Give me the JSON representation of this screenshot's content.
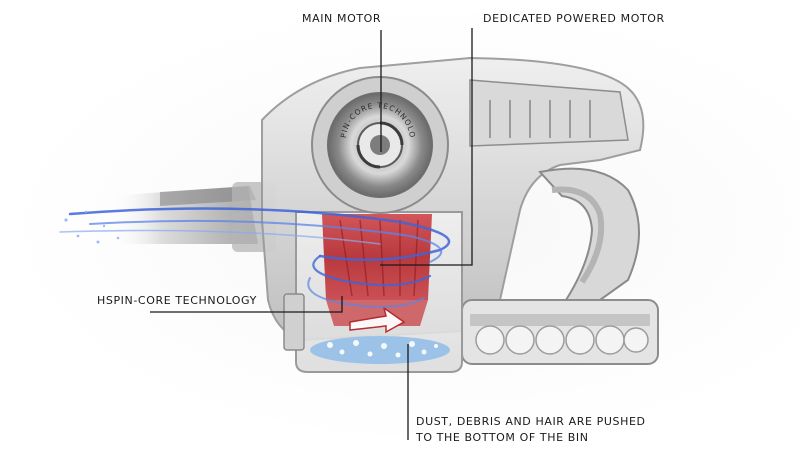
{
  "callouts": {
    "main_motor": "MAIN MOTOR",
    "dedicated_motor": "DEDICATED POWERED MOTOR",
    "hspin_core": "HSPIN-CORE TECHNOLOGY",
    "dust_line1": "DUST, DEBRIS AND HAIR ARE PUSHED",
    "dust_line2": "TO THE BOTTOM OF THE BIN"
  },
  "motor_badge_text": "HSPIN-CORE TECHNOLOGY",
  "colors": {
    "leader": "#1a1a1a",
    "body_gray": "#c9c9c9",
    "cyclone_red": "#b3262b",
    "airflow_blue": "#3f64d8",
    "debris_blue": "#8fbde8"
  }
}
